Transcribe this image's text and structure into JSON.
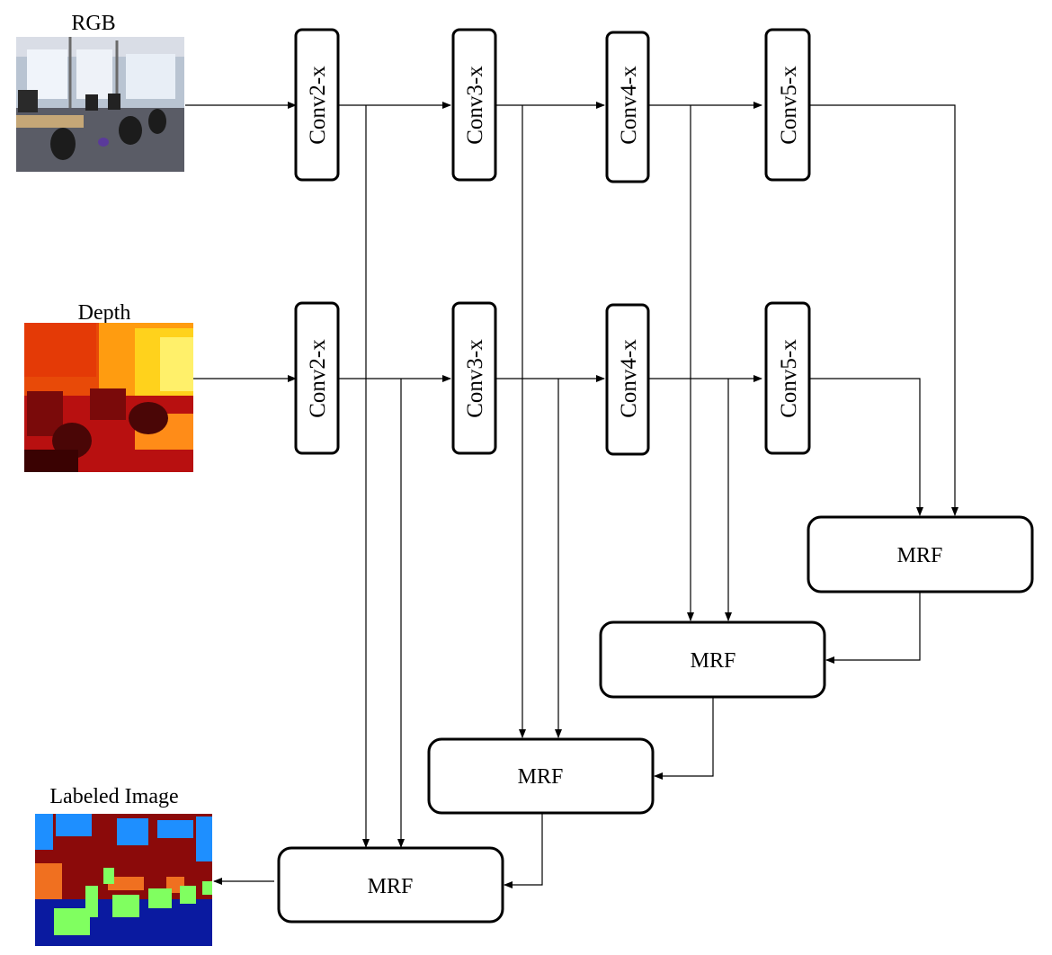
{
  "labels": {
    "rgb": "RGB",
    "depth": "Depth",
    "labeled": "Labeled Image"
  },
  "rgb_stream": {
    "blocks": [
      "Conv2-x",
      "Conv3-x",
      "Conv4-x",
      "Conv5-x"
    ]
  },
  "depth_stream": {
    "blocks": [
      "Conv2-x",
      "Conv3-x",
      "Conv4-x",
      "Conv5-x"
    ]
  },
  "fusion": {
    "blocks": [
      "MRF",
      "MRF",
      "MRF",
      "MRF"
    ]
  },
  "colors": {
    "stroke": "#000000",
    "label_wall": "#8b0a0a",
    "label_floor": "#0a1aa0",
    "label_window": "#1e8fff",
    "label_chair": "#80ff60",
    "label_table": "#f07020"
  }
}
